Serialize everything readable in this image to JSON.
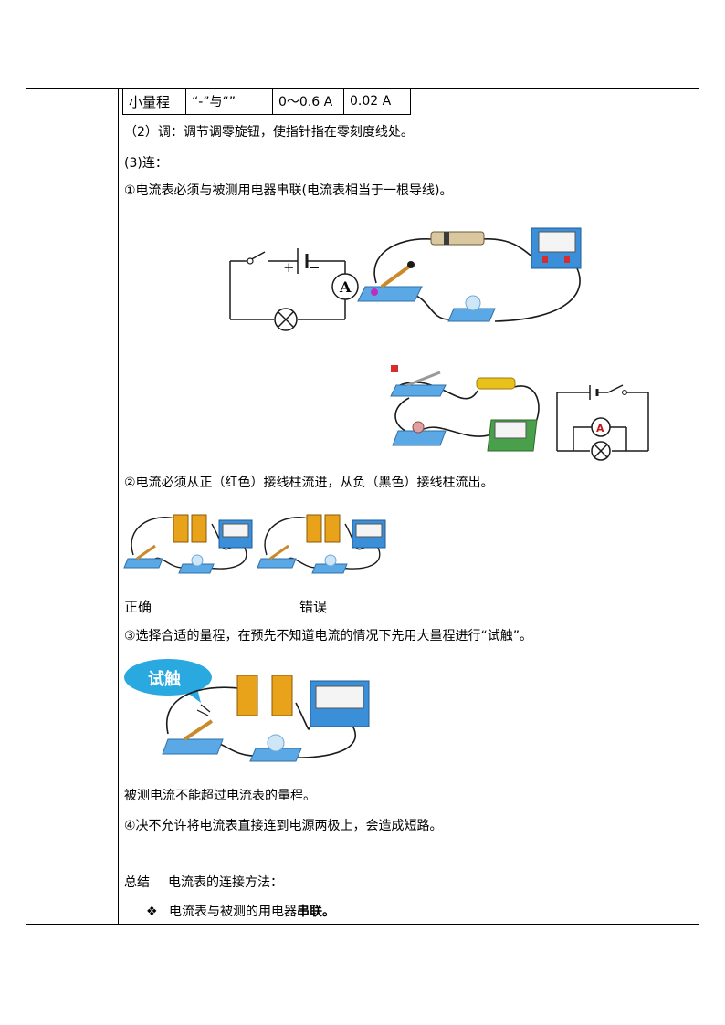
{
  "range_row": {
    "label": "小量程",
    "terminals": "“-”与“”",
    "range": "0～0.6 A",
    "division": "0.02 A"
  },
  "lines": {
    "step2": "（2）调：调节调零旋钮，使指针指在零刻度线处。",
    "step3": "(3)连：",
    "rule1": "①电流表必须与被测用电器串联(电流表相当于一根导线)。",
    "rule2": "②电流必须从正（红色）接线柱流进，从负（黑色）接线柱流出。",
    "caption_correct": "正确",
    "caption_wrong": "错误",
    "rule3": "③选择合适的量程，在预先不知道电流的情况下先用大量程进行“试触”。",
    "note_range": "被测电流不能超过电流表的量程。",
    "rule4": "④决不允许将电流表直接连到电源两极上，会造成短路。",
    "summary_label": "总结",
    "summary_title": "电流表的连接方法：",
    "bullet_text": "电流表与被测的用电器",
    "bullet_bold": "串联。"
  },
  "diagram_labels": {
    "plus": "+",
    "minus": "−",
    "ammeter_letter": "A",
    "bubble_text": "试触"
  },
  "colors": {
    "wire": "#1a1a1a",
    "board": "#5aa9e6",
    "meter_blue": "#3b8fd8",
    "terminal_red": "#d62d2d",
    "battery": "#e8a31a",
    "bubble": "#29a9e0"
  }
}
